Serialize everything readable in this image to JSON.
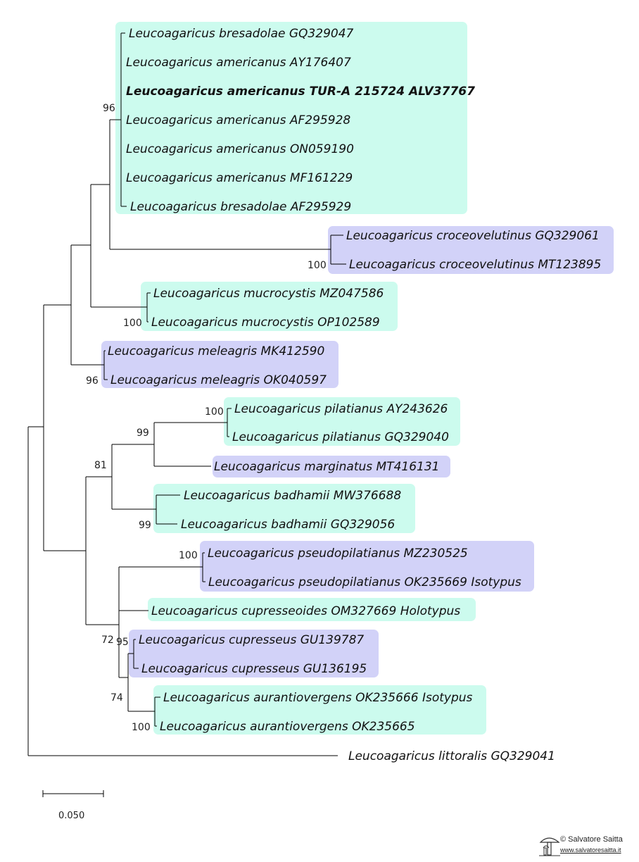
{
  "colors": {
    "cyan_box": "#ccfbee",
    "lavender_box": "#d2d2f8",
    "branch": "#000000"
  },
  "taxa": [
    "Leucoagaricus bresadolae GQ329047",
    "Leucoagaricus americanus AY176407",
    "Leucoagaricus americanus TUR-A 215724 ALV37767",
    "Leucoagaricus americanus AF295928",
    "Leucoagaricus americanus ON059190",
    "Leucoagaricus americanus MF161229",
    "Leucoagaricus bresadolae AF295929",
    "Leucoagaricus croceovelutinus GQ329061",
    "Leucoagaricus croceovelutinus MT123895",
    "Leucoagaricus mucrocystis MZ047586",
    "Leucoagaricus mucrocystis OP102589",
    "Leucoagaricus meleagris MK412590",
    "Leucoagaricus meleagris OK040597",
    "Leucoagaricus pilatianus AY243626",
    "Leucoagaricus pilatianus GQ329040",
    "Leucoagaricus marginatus MT416131",
    "Leucoagaricus badhamii MW376688",
    "Leucoagaricus badhamii GQ329056",
    "Leucoagaricus pseudopilatianus MZ230525",
    "Leucoagaricus pseudopilatianus OK235669 Isotypus",
    "Leucoagaricus cupresseoides OM327669 Holotypus",
    "Leucoagaricus cupresseus GU139787",
    "Leucoagaricus cupresseus GU136195",
    "Leucoagaricus aurantiovergens OK235666 Isotypus",
    "Leucoagaricus aurantiovergens OK235665",
    "Leucoagaricus littoralis GQ329041"
  ],
  "supports": [
    "96",
    "100",
    "100",
    "96",
    "100",
    "99",
    "81",
    "99",
    "100",
    "72",
    "95",
    "74",
    "100"
  ],
  "scale_bar": {
    "label": "0.050"
  },
  "watermark": {
    "name": "Salvatore Saitta",
    "url": "www.salvatoresaitta.it",
    "symbol": "©"
  }
}
